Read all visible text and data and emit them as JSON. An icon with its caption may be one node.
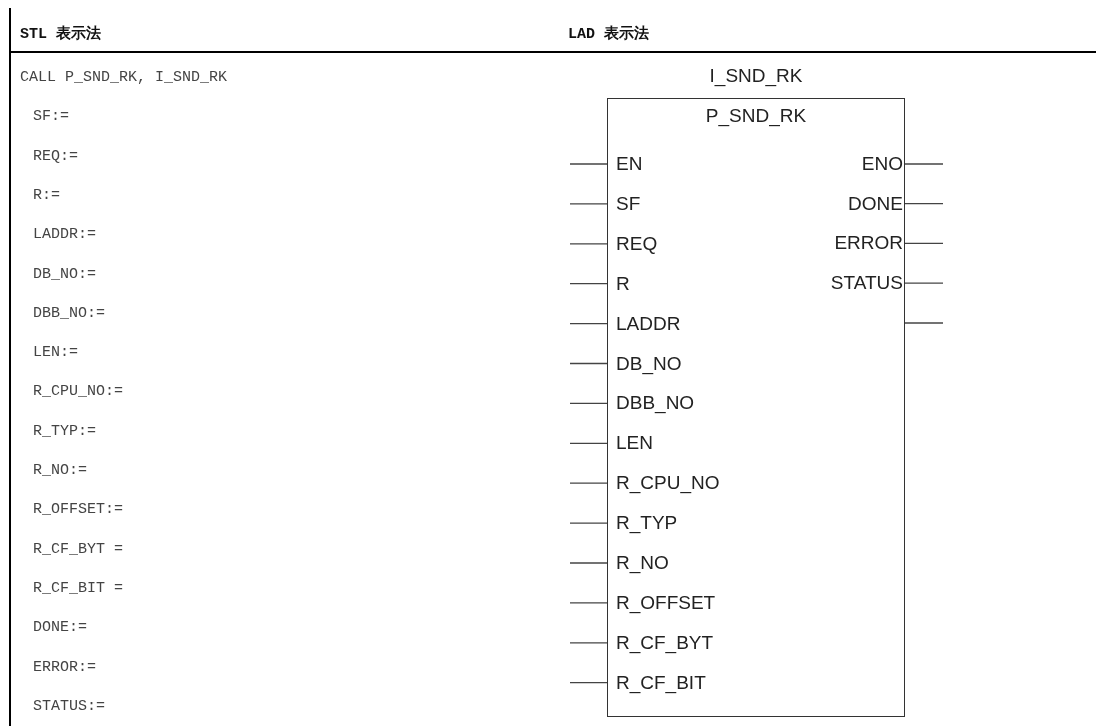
{
  "diagram": {
    "nodes": [
      {
        "text": [
          "I_SND_RK",
          "P_SND_RK"
        ]
      },
      {
        "text": [
          "EN"
        ],
        "in": 0
      },
      {
        "text": [
          "SF"
        ],
        "in": 0
      },
      {
        "text": [
          "REQ"
        ],
        "in": 0
      },
      {
        "text": [
          "R"
        ],
        "in": 0
      },
      {
        "text": [
          "LADDR"
        ],
        "in": 0
      },
      {
        "text": [
          "DB_NO"
        ],
        "in": 0
      },
      {
        "text": [
          "DBB_NO"
        ],
        "in": 0
      },
      {
        "text": [
          "LEN"
        ],
        "in": 0
      },
      {
        "text": [
          "R_CPU_NO"
        ],
        "in": 0
      },
      {
        "text": [
          "R_TYP"
        ],
        "in": 0
      },
      {
        "text": [
          "R_NO"
        ],
        "in": 0
      },
      {
        "text": [
          "R_OFFSET"
        ],
        "in": 0
      },
      {
        "text": [
          "R_CF_BYT"
        ],
        "in": 0
      },
      {
        "text": [
          "R_CF_BIT"
        ],
        "in": 0
      },
      {
        "text": [
          "ENO"
        ],
        "in": 0
      },
      {
        "text": [
          "DONE"
        ],
        "in": 0
      },
      {
        "text": [
          "ERROR"
        ],
        "in": 0
      },
      {
        "text": [
          "STATUS"
        ],
        "in": 0
      }
    ],
    "edges": [
      {
        "from": null,
        "to": 1,
        "arrow": "none"
      },
      {
        "from": null,
        "to": 2,
        "arrow": "none"
      },
      {
        "from": null,
        "to": 3,
        "arrow": "none"
      },
      {
        "from": null,
        "to": 4,
        "arrow": "none"
      },
      {
        "from": null,
        "to": 5,
        "arrow": "none"
      },
      {
        "from": null,
        "to": 6,
        "arrow": "none"
      },
      {
        "from": null,
        "to": 7,
        "arrow": "none"
      },
      {
        "from": null,
        "to": 8,
        "arrow": "none"
      },
      {
        "from": null,
        "to": 9,
        "arrow": "none"
      },
      {
        "from": null,
        "to": 10,
        "arrow": "none"
      },
      {
        "from": null,
        "to": 11,
        "arrow": "none"
      },
      {
        "from": null,
        "to": 12,
        "arrow": "none"
      },
      {
        "from": null,
        "to": 13,
        "arrow": "none"
      },
      {
        "from": null,
        "to": 14,
        "arrow": "none"
      },
      {
        "from": 15,
        "to": null,
        "arrow": "none"
      },
      {
        "from": 16,
        "to": null,
        "arrow": "none"
      },
      {
        "from": 17,
        "to": null,
        "arrow": "none"
      },
      {
        "from": 18,
        "to": null,
        "arrow": "none"
      },
      {
        "from": 0,
        "to": null,
        "arrow": "none"
      }
    ],
    "labels": [
      "STL 表示法",
      "LAD 表示法",
      "CALL P_SND_RK, I_SND_RK",
      "SF:=",
      "REQ:=",
      "R:=",
      "LADDR:=",
      "DB_NO:=",
      "DBB_NO:=",
      "LEN:=",
      "R_CPU_NO:=",
      "R_TYP:=",
      "R_NO:=",
      "R_OFFSET:=",
      "R_CF_BYT =",
      "R_CF_BIT =",
      "DONE:=",
      "ERROR:=",
      "STATUS:="
    ]
  }
}
